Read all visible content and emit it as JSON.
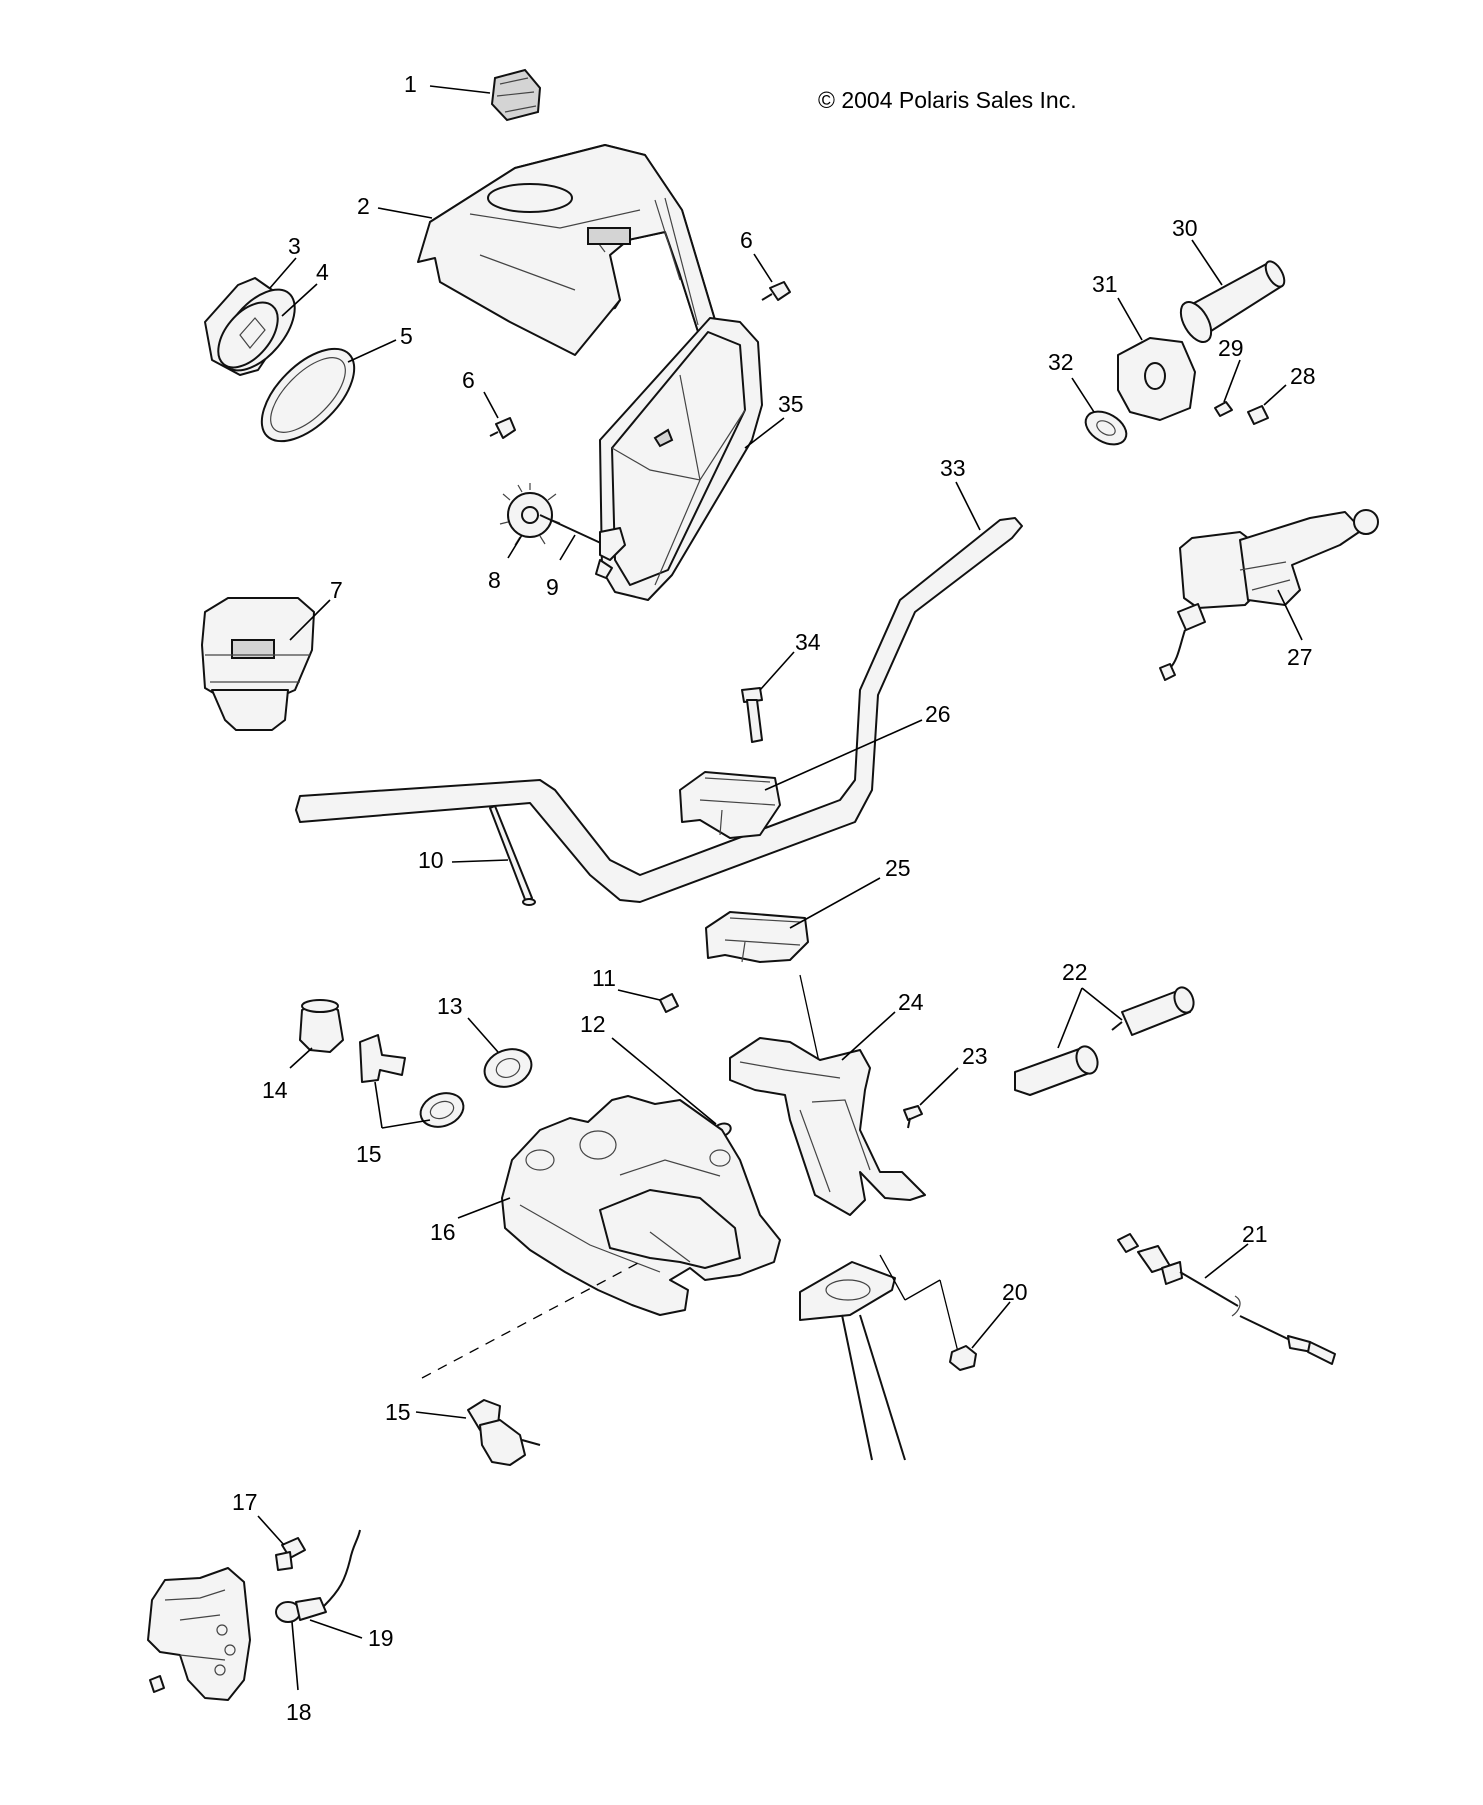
{
  "copyright": "© 2004 Polaris Sales Inc.",
  "callouts": {
    "n1": "1",
    "n2": "2",
    "n3": "3",
    "n4": "4",
    "n5": "5",
    "n6a": "6",
    "n6b": "6",
    "n7": "7",
    "n8": "8",
    "n9": "9",
    "n10": "10",
    "n11": "11",
    "n12": "12",
    "n13": "13",
    "n14": "14",
    "n15a": "15",
    "n15b": "15",
    "n16": "16",
    "n17": "17",
    "n18": "18",
    "n19": "19",
    "n20": "20",
    "n21": "21",
    "n22": "22",
    "n23": "23",
    "n24": "24",
    "n25": "25",
    "n26": "26",
    "n27": "27",
    "n28": "28",
    "n29": "29",
    "n30": "30",
    "n31": "31",
    "n32": "32",
    "n33": "33",
    "n34": "34",
    "n35": "35"
  }
}
